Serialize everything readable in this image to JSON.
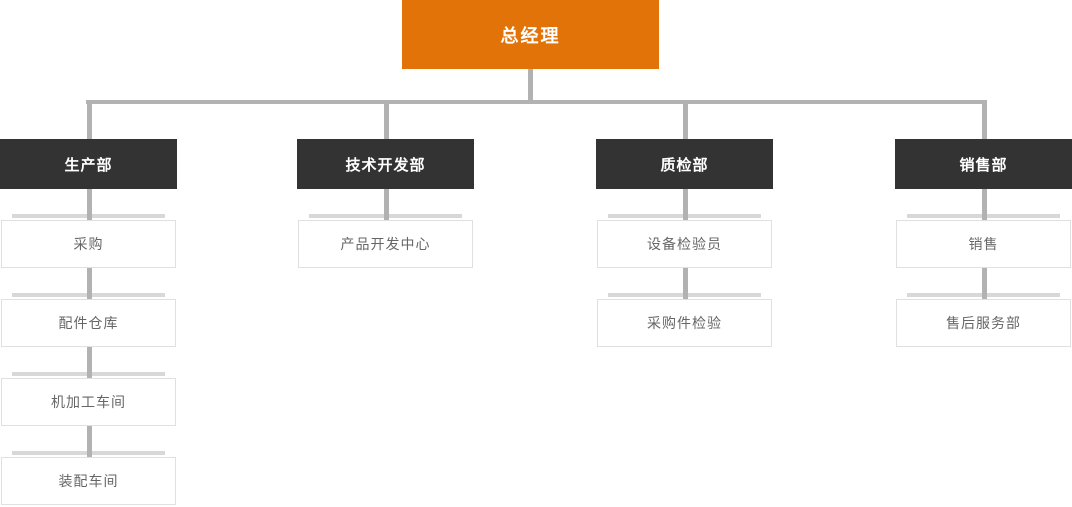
{
  "org": {
    "root": {
      "label": "总经理"
    },
    "departments": [
      {
        "label": "生产部",
        "children": [
          "采购",
          "配件仓库",
          "机加工车间",
          "装配车间"
        ]
      },
      {
        "label": "技术开发部",
        "children": [
          "产品开发中心"
        ]
      },
      {
        "label": "质检部",
        "children": [
          "设备检验员",
          "采购件检验"
        ]
      },
      {
        "label": "销售部",
        "children": [
          "销售",
          "售后服务部"
        ]
      }
    ]
  },
  "colors": {
    "root_bg": "#E17309",
    "root_text": "#FFFFFF",
    "dept_bg": "#333333",
    "dept_text": "#FFFFFF",
    "node_bg": "#FFFFFF",
    "node_border": "#E0E0E0",
    "node_accent": "#D8D8D8",
    "node_text": "#666666",
    "connector": "#B2B2B2",
    "background": "#FFFFFF"
  }
}
